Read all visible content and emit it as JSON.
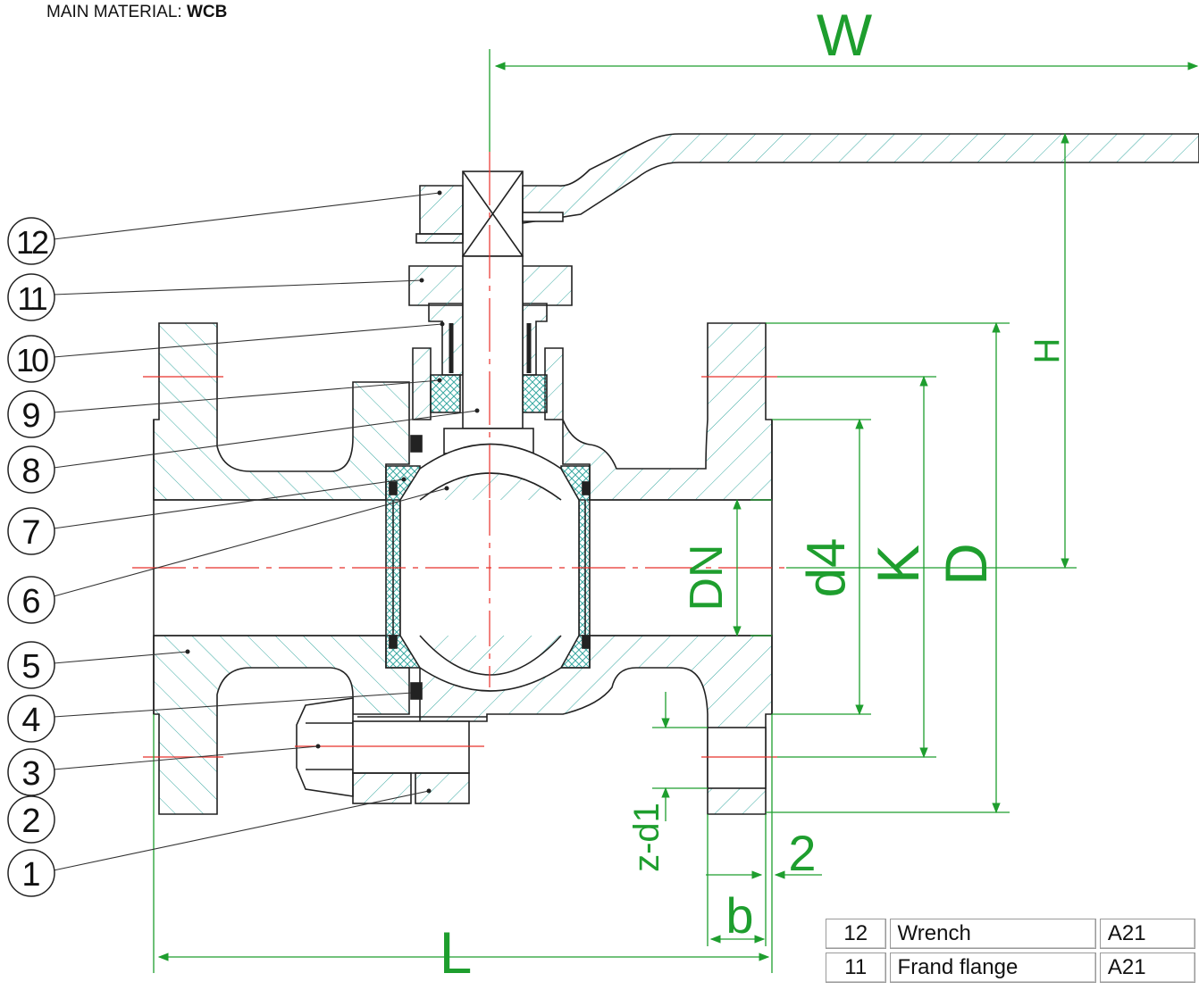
{
  "header": {
    "material_label": "MAIN MATERIAL: ",
    "material_value": "WCB"
  },
  "dimensions": {
    "W": "W",
    "H": "H",
    "L": "L",
    "D": "D",
    "K": "K",
    "d4": "d4",
    "DN": "DN",
    "zd1": "z-d1",
    "b": "b",
    "two": "2"
  },
  "callouts": [
    "1",
    "2",
    "3",
    "4",
    "5",
    "6",
    "7",
    "8",
    "9",
    "10",
    "11",
    "12"
  ],
  "parts_table": [
    {
      "no": "12",
      "name": "Wrench",
      "material": "A21"
    },
    {
      "no": "11",
      "name": "Frand flange",
      "material": "A21"
    }
  ],
  "colors": {
    "dimension": "#1e9e2e",
    "centerline": "#e8302a",
    "outline": "#222222",
    "hatch": "#3aa9a2"
  }
}
